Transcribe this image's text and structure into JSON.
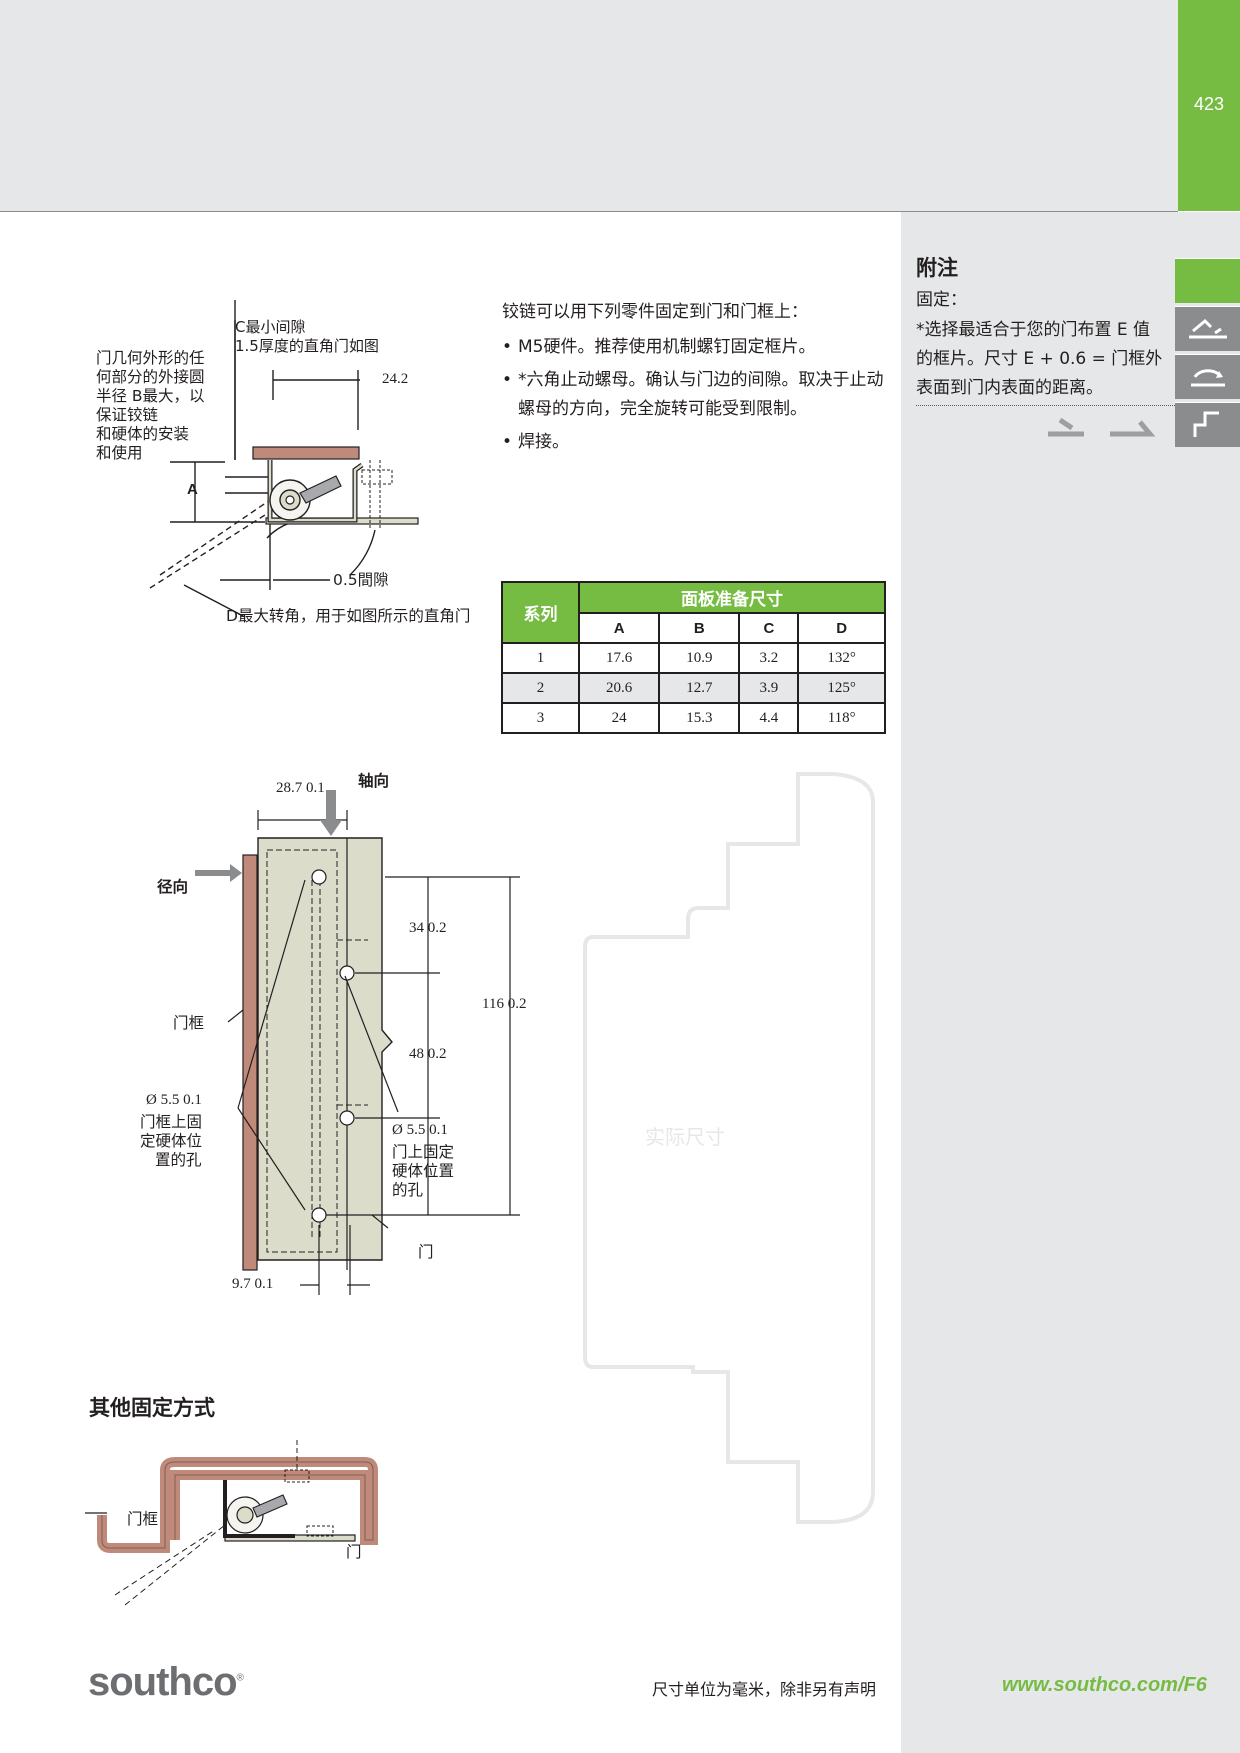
{
  "page": {
    "number": "423"
  },
  "notes": {
    "title": "附注",
    "fixing_label": "固定：",
    "text": "*选择最适合于您的门布置 E 值的框片。尺寸 E + 0.6 = 门框外表面到门内表面的距离。"
  },
  "intro": {
    "lead": "铰链可以用下列零件固定到门和门框上：",
    "bullets": [
      "M5硬件。推荐使用机制螺钉固定框片。",
      "*六角止动螺母。确认与门边的间隙。取决于止动螺母的方向，完全旋转可能受到限制。",
      "焊接。"
    ]
  },
  "top_figure": {
    "label_c": "C最小间隙",
    "label_c2": "1.5厚度的直角门如图",
    "label_left": [
      "门几何外形的任",
      "何部分的外接圆",
      "半径 B最大，以",
      "保证铰链",
      "和硬体的安装",
      "和使用"
    ],
    "dim_242": "24.2",
    "dim_a": "A",
    "gap": "0.5間隙",
    "label_d": "D最大转角，用于如图所示的直角门"
  },
  "table": {
    "header_series": "系列",
    "header_group": "面板准备尺寸",
    "columns": [
      "A",
      "B",
      "C",
      "D"
    ],
    "rows": [
      {
        "series": "1",
        "A": "17.6",
        "B": "10.9",
        "C": "3.2",
        "D": "132°"
      },
      {
        "series": "2",
        "A": "20.6",
        "B": "12.7",
        "C": "3.9",
        "D": "125°"
      },
      {
        "series": "3",
        "A": "24",
        "B": "15.3",
        "C": "4.4",
        "D": "118°"
      }
    ]
  },
  "mid_figure": {
    "axial": "轴向",
    "radial": "径向",
    "dim_width": "28.7  0.1",
    "dim_34": "34  0.2",
    "dim_48": "48  0.2",
    "dim_116": "116  0.2",
    "frame": "门框",
    "frame_hole_dia": "Ø 5.5  0.1",
    "frame_hole_text": [
      "门框上固",
      "定硬体位",
      "置的孔"
    ],
    "door_hole_dia": "Ø 5.5  0.1",
    "door_hole_text": [
      "门上固定",
      "硬体位置",
      "的孔"
    ],
    "door": "门",
    "dim_97": "9.7  0.1",
    "actual_size": "实际尺寸"
  },
  "other": {
    "heading": "其他固定方式",
    "frame": "门框",
    "door": "门"
  },
  "footer": {
    "logo": "southco",
    "note": "尺寸单位为毫米，除非另有声明",
    "url": "www.southco.com/F6"
  },
  "colors": {
    "green": "#76bc43",
    "grey": "#e6e7e8",
    "copper": "#c08a7a",
    "panel": "#dcdccb"
  }
}
